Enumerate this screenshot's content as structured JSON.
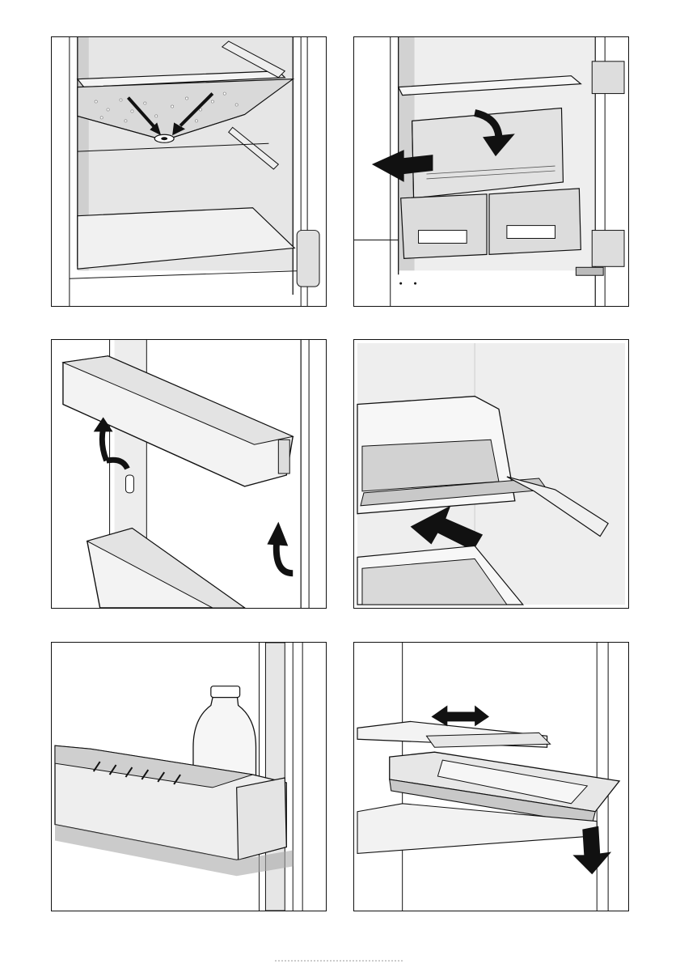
{
  "page": {
    "panels": [
      {
        "id": "p1",
        "illustration": "fridge-drip-tray"
      },
      {
        "id": "p2",
        "illustration": "fridge-crisper-drawer-removal"
      },
      {
        "id": "p3",
        "illustration": "door-shelf-lift-removal"
      },
      {
        "id": "p4",
        "illustration": "glass-shelf-insertion"
      },
      {
        "id": "p5",
        "illustration": "door-bottle-rack"
      },
      {
        "id": "p6",
        "illustration": "sliding-tray-removal"
      }
    ]
  },
  "colors": {
    "line": "#111111",
    "shade_light": "#e6e6e6",
    "shade_mid": "#cfcfcf",
    "shade_dark": "#a8a8a8",
    "arrow": "#111111"
  }
}
